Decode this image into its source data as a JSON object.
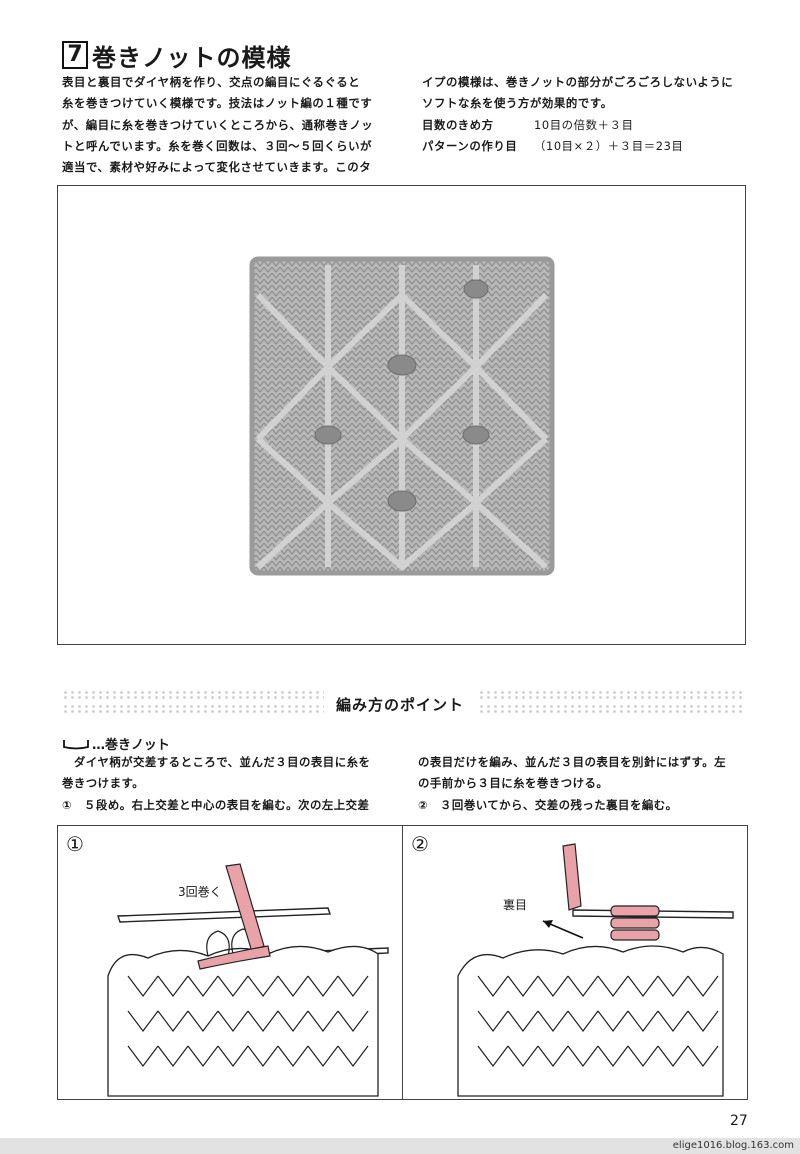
{
  "title": {
    "number": "7",
    "text": "巻きノットの模様"
  },
  "intro": {
    "left_lines": [
      "表目と裏目でダイヤ柄を作り、交点の編目にぐるぐると",
      "糸を巻きつけていく模様です。技法はノット編の１種です",
      "が、編目に糸を巻きつけていくところから、通称巻きノッ",
      "トと呼んでいます。糸を巻く回数は、３回〜５回くらいが",
      "適当で、素材や好みによって変化させていきます。このタ"
    ],
    "right_lines": [
      "イプの模様は、巻きノットの部分がごろごろしないように",
      "ソフトな糸を使う方が効果的です。"
    ],
    "specs": [
      {
        "label": "目数のきめ方",
        "value": "10目の倍数＋３目"
      },
      {
        "label": "パターンの作り目",
        "value": "（10目×２）＋３目＝23目"
      }
    ]
  },
  "section": {
    "title": "編み方のポイント"
  },
  "subsection": {
    "title": "…巻きノット"
  },
  "body": {
    "left_lines": [
      "　ダイヤ柄が交差するところで、並んだ３目の表目に糸を",
      "巻きつけます。",
      "①　５段め。右上交差と中心の表目を編む。次の左上交差"
    ],
    "right_lines": [
      "の表目だけを編み、並んだ３目の表目を別針にはずす。左",
      "の手前から３目に糸を巻きつける。",
      "②　３回巻いてから、交差の残った裏目を編む。"
    ]
  },
  "diagrams": [
    {
      "number": "①",
      "label": "3回巻く"
    },
    {
      "number": "②",
      "label": "裏目"
    }
  ],
  "colors": {
    "accent_yarn": "#e9a3a8",
    "swatch": "#b9b9b9"
  },
  "footer": {
    "page_number": "27",
    "url": "elige1016.blog.163.com"
  }
}
